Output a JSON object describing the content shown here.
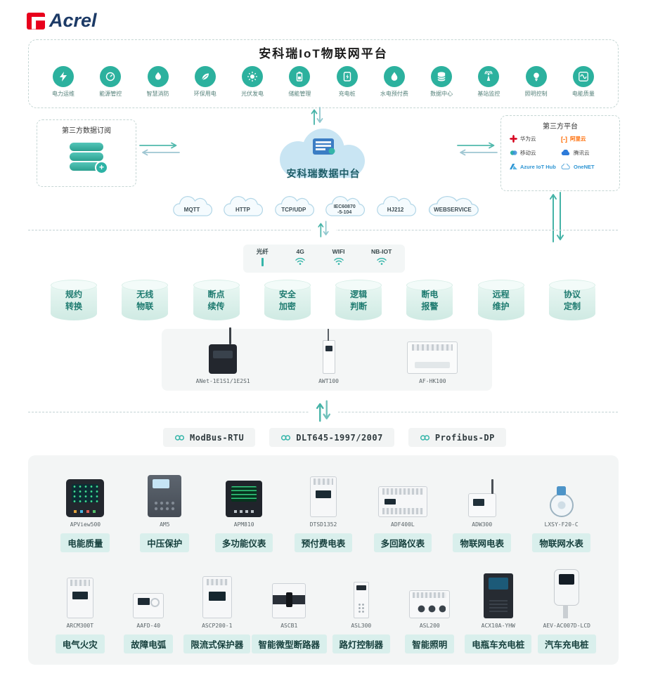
{
  "brand": {
    "name": "Acrel"
  },
  "colors": {
    "accent": "#2cb19e",
    "badge_bg": "#d9efec",
    "badge_text": "#16403d",
    "cloud_fill": "#c9e5f3"
  },
  "platform": {
    "title": "安科瑞IoT物联网平台",
    "apps": [
      {
        "label": "电力运维",
        "icon": "power-ops-icon"
      },
      {
        "label": "能源管控",
        "icon": "energy-gauge-icon"
      },
      {
        "label": "智慧消防",
        "icon": "fire-icon"
      },
      {
        "label": "环保用电",
        "icon": "eco-leaf-icon"
      },
      {
        "label": "光伏发电",
        "icon": "solar-sun-icon"
      },
      {
        "label": "储能管理",
        "icon": "battery-icon"
      },
      {
        "label": "充电桩",
        "icon": "charging-pile-icon"
      },
      {
        "label": "水电预付费",
        "icon": "water-drop-icon"
      },
      {
        "label": "数据中心",
        "icon": "database-icon"
      },
      {
        "label": "基站监控",
        "icon": "antenna-icon"
      },
      {
        "label": "照明控制",
        "icon": "bulb-icon"
      },
      {
        "label": "电能质量",
        "icon": "sine-wave-icon"
      }
    ]
  },
  "subscription": {
    "title": "第三方数据订阅"
  },
  "data_hub": {
    "label": "安科瑞数据中台"
  },
  "third_party": {
    "title": "第三方平台",
    "providers": [
      {
        "name": "华为云"
      },
      {
        "name": "阿里云"
      },
      {
        "name": "移动云"
      },
      {
        "name": "腾讯云"
      },
      {
        "name": "Azure IoT Hub"
      },
      {
        "name": "OneNET"
      }
    ]
  },
  "protocol_clouds": [
    {
      "label": "MQTT"
    },
    {
      "label": "HTTP"
    },
    {
      "label": "TCP/UDP"
    },
    {
      "label": "IEC60870\n-5-104"
    },
    {
      "label": "HJ212"
    },
    {
      "label": "WEBSERVICE"
    }
  ],
  "connectivity": [
    {
      "label": "光纤",
      "icon": "fiber-icon"
    },
    {
      "label": "4G",
      "icon": "wifi-icon"
    },
    {
      "label": "WIFI",
      "icon": "wifi-icon"
    },
    {
      "label": "NB-IOT",
      "icon": "wifi-icon"
    }
  ],
  "features": [
    {
      "label": "规约\n转换"
    },
    {
      "label": "无线\n物联"
    },
    {
      "label": "断点\n续传"
    },
    {
      "label": "安全\n加密"
    },
    {
      "label": "逻辑\n判断"
    },
    {
      "label": "断电\n报警"
    },
    {
      "label": "远程\n维护"
    },
    {
      "label": "协议\n定制"
    }
  ],
  "gateways": [
    {
      "model": "ANet-1E1S1/1E2S1",
      "icon": "gateway-black"
    },
    {
      "model": "AWT100",
      "icon": "gateway-slim"
    },
    {
      "model": "AF-HK100",
      "icon": "gateway-wide"
    }
  ],
  "field_protocols": [
    {
      "label": "ModBus-RTU"
    },
    {
      "label": "DLT645-1997/2007"
    },
    {
      "label": "Profibus-DP"
    }
  ],
  "device_rows": [
    {
      "items": [
        {
          "model": "APView500",
          "category": "电能质量",
          "icon": "panel-black"
        },
        {
          "model": "AM5",
          "category": "中压保护",
          "icon": "relay"
        },
        {
          "model": "APM810",
          "category": "多功能仪表",
          "icon": "panel-meter"
        },
        {
          "model": "DTSD1352",
          "category": "预付费电表",
          "icon": "din-meter"
        },
        {
          "model": "ADF400L",
          "category": "多回路仪表",
          "icon": "din-wide"
        },
        {
          "model": "ADW300",
          "category": "物联网电表",
          "icon": "iot-meter"
        },
        {
          "model": "LXSY-F20-C",
          "category": "物联网水表",
          "icon": "water-meter"
        }
      ]
    },
    {
      "items": [
        {
          "model": "ARCM300T",
          "category": "电气火灾",
          "icon": "din-meter"
        },
        {
          "model": "AAFD-40",
          "category": "故障电弧",
          "icon": "aafd"
        },
        {
          "model": "ASCP200-1",
          "category": "限流式保护器",
          "icon": "din-tall"
        },
        {
          "model": "ASCB1",
          "category": "智能微型断路器",
          "icon": "breaker"
        },
        {
          "model": "ASL300",
          "category": "路灯控制器",
          "icon": "slim-module"
        },
        {
          "model": "ASL200",
          "category": "智能照明",
          "icon": "din-sockets"
        },
        {
          "model": "ACX10A-YHW",
          "category": "电瓶车充电桩",
          "icon": "cabinet"
        },
        {
          "model": "AEV-AC007D-LCD",
          "category": "汽车充电桩",
          "icon": "ev-charger"
        }
      ]
    }
  ]
}
